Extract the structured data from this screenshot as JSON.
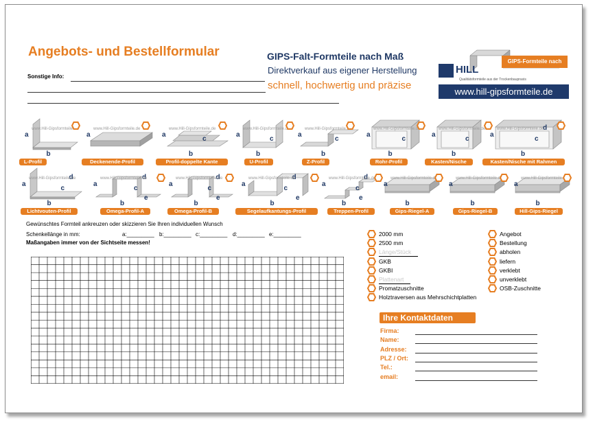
{
  "header": {
    "title": "Angebots- und Bestellformular",
    "subtitle_main": "GIPS-Falt-Formteile nach Maß",
    "subtitle_direct": "Direktverkauf aus eigener Herstellung",
    "subtitle_tagline": "schnell, hochwertig und präzise",
    "info_label": "Sonstige Info:"
  },
  "logo": {
    "name": "HILL",
    "banner": "GIPS-Formteile nach Maß",
    "url": "www.hill-gipsformteile.de",
    "small_text": "Qualitätsformteile aus der Trockenbaupraxis"
  },
  "watermark": "www.Hill-Gipsformteile.de",
  "profiles": [
    {
      "label": "L-Profil",
      "dims": [
        "a",
        "b"
      ]
    },
    {
      "label": "Deckenende-Profil",
      "dims": [
        "a"
      ]
    },
    {
      "label": "Profil-doppelte Kante",
      "dims": [
        "a",
        "b",
        "c"
      ]
    },
    {
      "label": "U-Profil",
      "dims": [
        "a",
        "b",
        "c"
      ]
    },
    {
      "label": "Z-Profil",
      "dims": [
        "a",
        "b",
        "c"
      ]
    },
    {
      "label": "Rohr-Profil",
      "dims": [
        "a",
        "b",
        "c"
      ]
    },
    {
      "label": "Kasten/Nische",
      "dims": [
        "a",
        "b",
        "c"
      ]
    },
    {
      "label": "Kasten/Nische mit Rahmen",
      "dims": [
        "a",
        "b",
        "c",
        "d"
      ]
    },
    {
      "label": "Lichtvouten-Profil",
      "dims": [
        "a",
        "b",
        "c",
        "d"
      ]
    },
    {
      "label": "Omega-Profil-A",
      "dims": [
        "a",
        "b",
        "c",
        "d",
        "e"
      ]
    },
    {
      "label": "Omega-Profil-B",
      "dims": [
        "a",
        "b",
        "c",
        "d",
        "e"
      ]
    },
    {
      "label": "Segelaufkantungs-Profil",
      "dims": [
        "a",
        "b",
        "c",
        "d",
        "e"
      ]
    },
    {
      "label": "Treppen-Profil",
      "dims": [
        "a",
        "b",
        "c",
        "d",
        "e"
      ]
    },
    {
      "label": "Gips-Riegel-A",
      "dims": [
        "a",
        "b"
      ]
    },
    {
      "label": "Gips-Riegel-B",
      "dims": [
        "a",
        "b"
      ]
    },
    {
      "label": "Hill-Gips-Riegel",
      "dims": [
        "a",
        "b"
      ]
    }
  ],
  "instructions": {
    "line1": "Gewünschtes Formteil ankreuzen oder skizzieren Sie Ihren individuellen Wunsch",
    "line2_label": "Schenkellänge in mm:",
    "fields": [
      "a:_________",
      "b:_________",
      "c:_________",
      "d:_________",
      "e:_________"
    ],
    "line3": "Maßangaben immer von der Sichtseite messen!"
  },
  "options_left": [
    {
      "text": "2000 mm",
      "faded": false
    },
    {
      "text": "2500 mm",
      "faded": false
    },
    {
      "text": "Länge/Stück",
      "faded": true,
      "underline": true
    },
    {
      "text": "GKB",
      "faded": false
    },
    {
      "text": "GKBI",
      "faded": false
    },
    {
      "text": "Plattenart",
      "faded": true,
      "underline": true
    },
    {
      "text": "Promatzuschnitte",
      "faded": false
    },
    {
      "text": "Holztraversen aus Mehrschichtplatten",
      "faded": false
    }
  ],
  "options_right": [
    {
      "text": "Angebot"
    },
    {
      "text": "Bestellung"
    },
    {
      "text": "abholen"
    },
    {
      "text": "liefern"
    },
    {
      "text": "verklebt"
    },
    {
      "text": "unverklebt"
    },
    {
      "text": "OSB-Zuschnitte"
    }
  ],
  "contact": {
    "title": "Ihre Kontaktdaten",
    "fields": [
      "Firma:",
      "Name:",
      "Adresse:",
      "PLZ / Ort:",
      "Tel.:",
      "email:"
    ]
  },
  "colors": {
    "accent": "#e67e22",
    "navy": "#1f3864",
    "logo_blue": "#1f3a6b"
  }
}
